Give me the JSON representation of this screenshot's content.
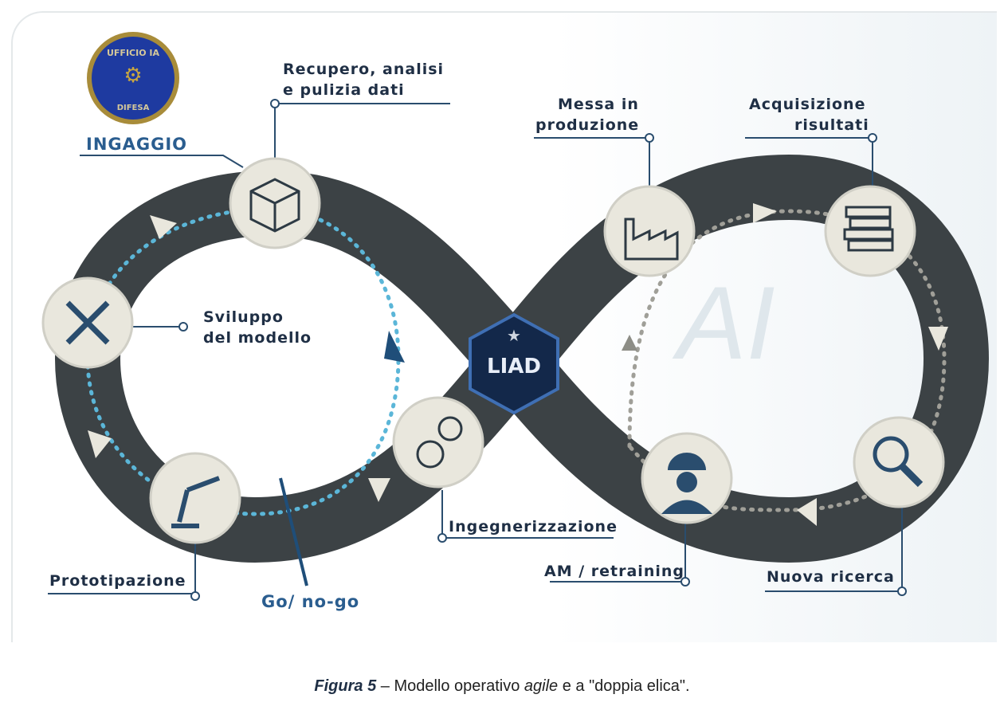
{
  "logo": {
    "top_text": "Ufficio IA",
    "bottom_text": "Difesa"
  },
  "center_logo": "LIAD",
  "watermark": "AI",
  "labels": {
    "ingaggio": "INGAGGIO",
    "recupero": "Recupero, analisi",
    "recupero2": "e pulizia dati",
    "sviluppo": "Sviluppo",
    "sviluppo2": "del modello",
    "prototipazione": "Prototipazione",
    "gonogo": "Go/ no-go",
    "ingegnerizzazione": "Ingegnerizzazione",
    "messa": "Messa in",
    "messa2": "produzione",
    "acquisizione": "Acquisizione",
    "acquisizione2": "risultati",
    "am": "AM / retraining",
    "nuova": "Nuova ricerca"
  },
  "caption": {
    "fig": "Figura 5",
    "sep": " – ",
    "text1": "Modello operativo ",
    "italic": "agile",
    "text2": " e a \"doppia elica\"."
  },
  "colors": {
    "band": "#3c4245",
    "node": "#e9e7dd",
    "accent": "#1f4e79",
    "dots_left": "#5bb6d8",
    "dots_right": "#9a9a94"
  }
}
